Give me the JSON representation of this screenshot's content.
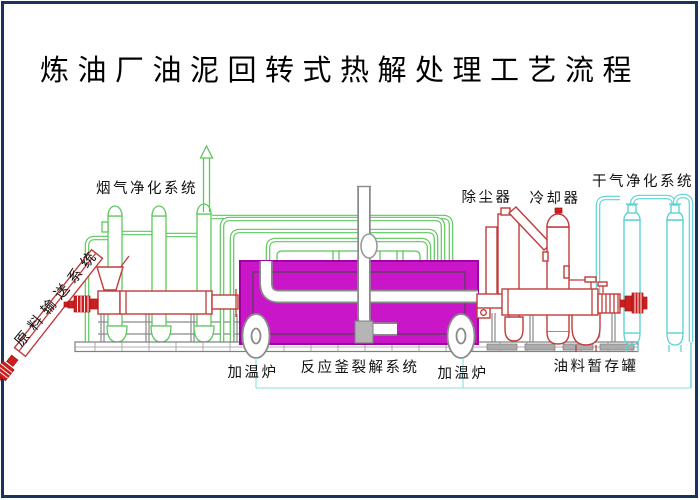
{
  "title": "炼油厂油泥回转式热解处理工艺流程",
  "labels": {
    "flue_gas_system": "烟气净化系统",
    "feed_system": "原料输送系统",
    "dust_collector": "除尘器",
    "cooler": "冷却器",
    "dry_gas_system": "干气净化系统",
    "heater_left": "加温炉",
    "reactor_system": "反应釜裂解系统",
    "heater_right": "加温炉",
    "oil_tank": "油料暂存罐"
  },
  "colors": {
    "frame_border": "#17335E",
    "kiln_fill": "#C816C8",
    "kiln_outline": "#A000A0",
    "flue_gas_green": "#5CC85C",
    "equipment_red": "#C23B3B",
    "motor_red": "#CC1F1F",
    "dry_gas_cyan": "#5FD3D3",
    "structure_gray": "#8A8A8A",
    "text_black": "#111111",
    "background": "#FFFFFF"
  }
}
